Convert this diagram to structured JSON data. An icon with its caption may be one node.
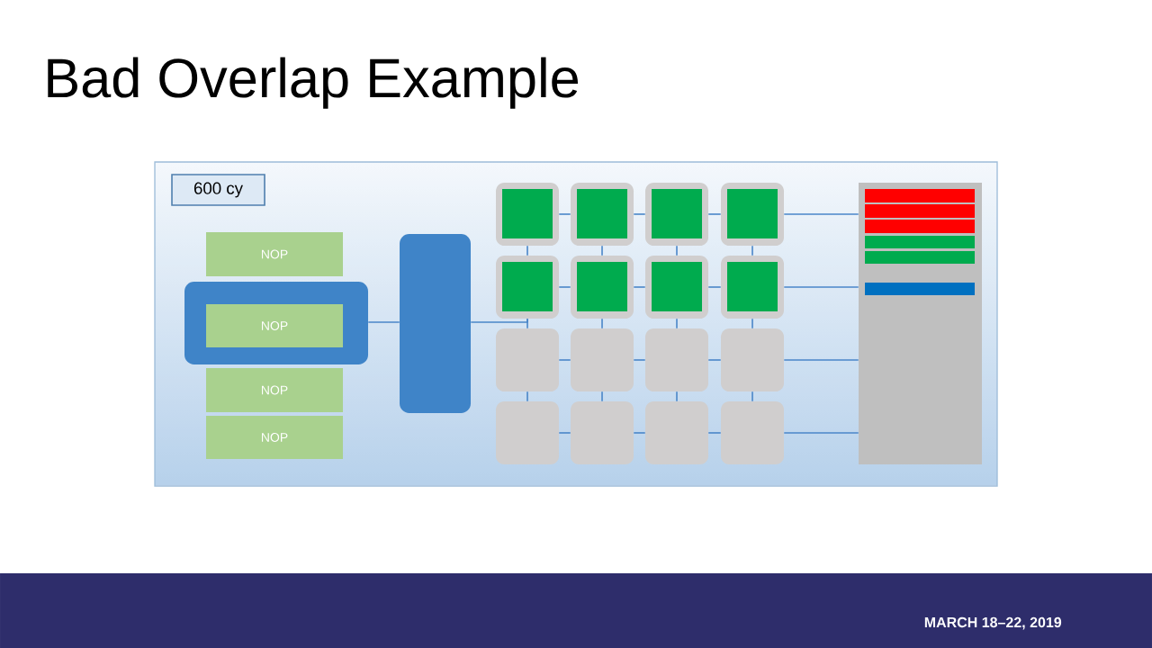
{
  "diagram": {
    "title": "Bad Overlap Example",
    "nodes": [
      {
        "text": [
          "600 cy"
        ]
      },
      {
        "text": [
          "NOP"
        ]
      },
      {
        "text": [],
        "shape": "box"
      },
      {
        "text": [
          "NOP"
        ],
        "in": 2
      },
      {
        "text": [
          "NOP"
        ]
      },
      {
        "text": [
          "NOP"
        ]
      },
      {
        "text": [],
        "shape": "box"
      },
      {
        "text": [],
        "shape": "box"
      },
      {
        "text": [],
        "shape": "box"
      },
      {
        "text": [],
        "shape": "box"
      },
      {
        "text": [],
        "shape": "box"
      },
      {
        "text": [],
        "shape": "box"
      },
      {
        "text": [],
        "shape": "box"
      },
      {
        "text": [],
        "shape": "box"
      },
      {
        "text": [],
        "shape": "box"
      },
      {
        "text": [],
        "shape": "box"
      },
      {
        "text": [],
        "shape": "box"
      },
      {
        "text": [],
        "shape": "box"
      },
      {
        "text": [],
        "shape": "box"
      },
      {
        "text": [],
        "shape": "box"
      },
      {
        "text": [],
        "shape": "box"
      },
      {
        "text": [],
        "shape": "box"
      },
      {
        "text": [],
        "shape": "box"
      },
      {
        "text": [],
        "shape": "box"
      }
    ],
    "edges": [
      {
        "from": 2,
        "to": 6,
        "arrow": "none"
      },
      {
        "from": 6,
        "to": 11,
        "arrow": "none"
      },
      {
        "from": 7,
        "to": 8,
        "arrow": "none"
      },
      {
        "from": 8,
        "to": 9,
        "arrow": "none"
      },
      {
        "from": 9,
        "to": 10,
        "arrow": "none"
      },
      {
        "from": 10,
        "to": 23,
        "arrow": "none"
      },
      {
        "from": 11,
        "to": 12,
        "arrow": "none"
      },
      {
        "from": 12,
        "to": 13,
        "arrow": "none"
      },
      {
        "from": 13,
        "to": 14,
        "arrow": "none"
      },
      {
        "from": 14,
        "to": 23,
        "arrow": "none"
      },
      {
        "from": 15,
        "to": 16,
        "arrow": "none"
      },
      {
        "from": 16,
        "to": 17,
        "arrow": "none"
      },
      {
        "from": 17,
        "to": 18,
        "arrow": "none"
      },
      {
        "from": 18,
        "to": 23,
        "arrow": "none"
      },
      {
        "from": 19,
        "to": 20,
        "arrow": "none"
      },
      {
        "from": 20,
        "to": 21,
        "arrow": "none"
      },
      {
        "from": 21,
        "to": 22,
        "arrow": "none"
      },
      {
        "from": 22,
        "to": 23,
        "arrow": "none"
      },
      {
        "from": 7,
        "to": 11,
        "arrow": "none"
      },
      {
        "from": 8,
        "to": 12,
        "arrow": "none"
      },
      {
        "from": 9,
        "to": 13,
        "arrow": "none"
      },
      {
        "from": 10,
        "to": 14,
        "arrow": "none"
      },
      {
        "from": 11,
        "to": 15,
        "arrow": "none"
      },
      {
        "from": 12,
        "to": 16,
        "arrow": "none"
      },
      {
        "from": 13,
        "to": 17,
        "arrow": "none"
      },
      {
        "from": 14,
        "to": 18,
        "arrow": "none"
      },
      {
        "from": 15,
        "to": 19,
        "arrow": "none"
      },
      {
        "from": 16,
        "to": 20,
        "arrow": "none"
      },
      {
        "from": 17,
        "to": 21,
        "arrow": "none"
      },
      {
        "from": 18,
        "to": 22,
        "arrow": "none"
      }
    ],
    "labels": [
      "MARCH 18–22, 2019"
    ]
  }
}
